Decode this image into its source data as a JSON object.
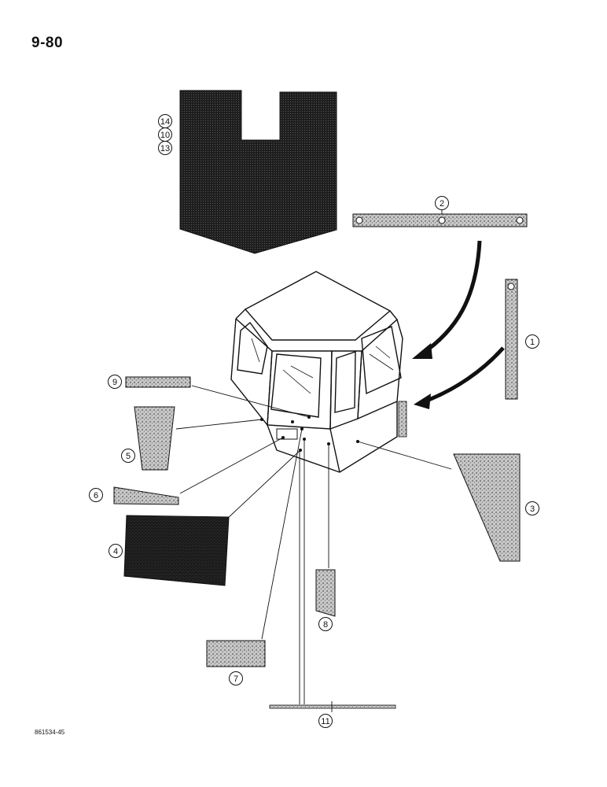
{
  "page_number": "9-80",
  "drawing_number": "861534-45",
  "callouts": {
    "c1": "1",
    "c2": "2",
    "c3": "3",
    "c4": "4",
    "c5": "5",
    "c6": "6",
    "c7": "7",
    "c8": "8",
    "c9": "9",
    "c10": "10",
    "c11": "11",
    "c13": "13",
    "c14": "14"
  },
  "colors": {
    "ink": "#111111",
    "stipple": "#777777",
    "dark_mat": "#1a1a1a",
    "paper": "#ffffff"
  }
}
